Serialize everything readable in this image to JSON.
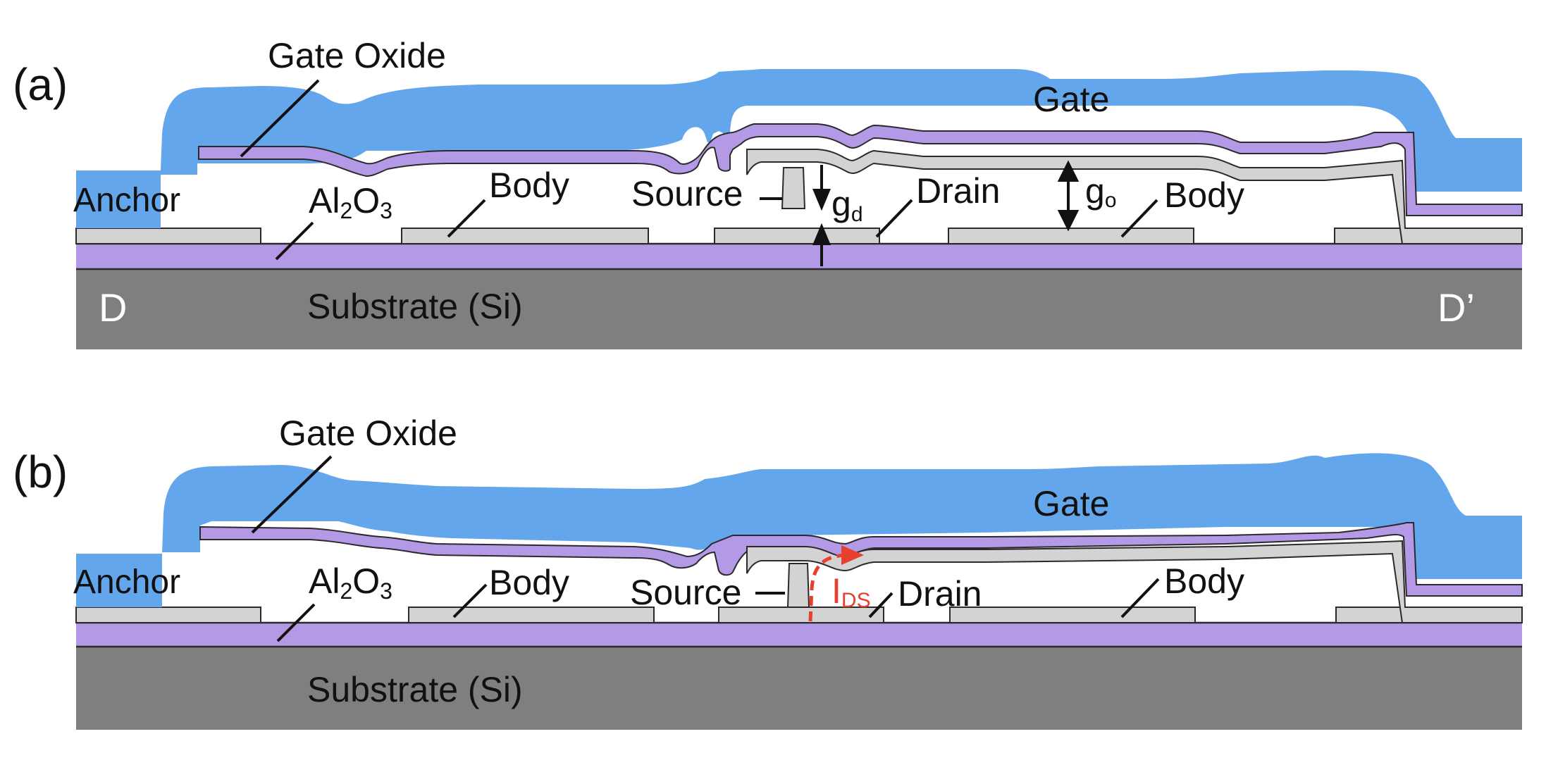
{
  "panels": [
    {
      "tag": "(a)",
      "labels": {
        "gate_oxide": "Gate Oxide",
        "gate": "Gate",
        "anchor": "Anchor",
        "al2o3_main": "Al",
        "al2o3_sub1": "2",
        "al2o3_mid": "O",
        "al2o3_sub2": "3",
        "body_left": "Body",
        "source": "Source",
        "gd_main": "g",
        "gd_sub": "d",
        "drain": "Drain",
        "go_main": "g",
        "go_sub": "o",
        "body_right": "Body",
        "substrate": "Substrate (Si)",
        "d_left": "D",
        "d_right": "D’"
      }
    },
    {
      "tag": "(b)",
      "labels": {
        "gate_oxide": "Gate Oxide",
        "gate": "Gate",
        "anchor": "Anchor",
        "al2o3_main": "Al",
        "al2o3_sub1": "2",
        "al2o3_mid": "O",
        "al2o3_sub2": "3",
        "body_left": "Body",
        "source": "Source",
        "ids_main": "I",
        "ids_sub": "DS",
        "drain": "Drain",
        "body_right": "Body",
        "substrate": "Substrate (Si)"
      }
    }
  ],
  "colors": {
    "gate": "#63a6ec",
    "gate_oxide": "#b49ae6",
    "al2o3": "#b49ae6",
    "poly_layer": "#d3d3d3",
    "substrate": "#7f7f7f",
    "text": "#111111",
    "current_arrow": "#e8402e"
  }
}
